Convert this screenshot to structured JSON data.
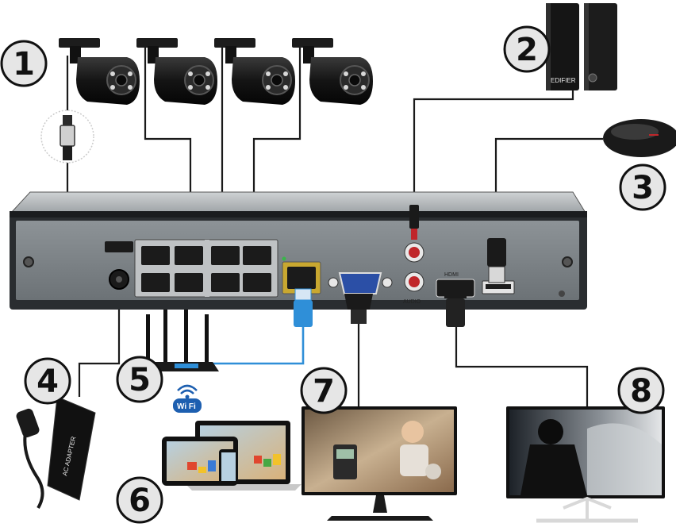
{
  "badges": {
    "b1": "1",
    "b2": "2",
    "b3": "3",
    "b4": "4",
    "b5": "5",
    "b6": "6",
    "b7": "7",
    "b8": "8"
  },
  "speaker_brand": "EDIFIER",
  "wifi_label": "Wi Fi",
  "adapter_label": "AC ADAPTER",
  "colors": {
    "nvr_body": "#2a2d30",
    "nvr_panel": "#7c8287",
    "lan_cable": "#2f8fd8",
    "badge_fill": "#e6e6e6",
    "badge_stroke": "#111111",
    "cable": "#1a1a1a"
  }
}
